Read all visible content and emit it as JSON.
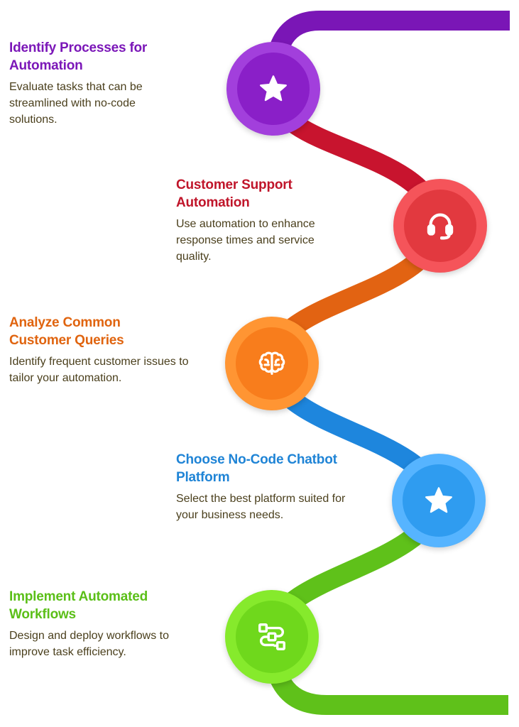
{
  "steps": [
    {
      "title": "Identify Processes for Automation",
      "description": "Evaluate tasks that can be streamlined with no-code solutions.",
      "icon": "star-icon",
      "color": "#7b17b8",
      "ring_color": "#a23fdc",
      "fill_color": "#8a1fc8"
    },
    {
      "title": "Customer Support Automation",
      "description": "Use automation to enhance response times and service quality.",
      "icon": "headset-icon",
      "color": "#c0152a",
      "ring_color": "#f5545a",
      "fill_color": "#e2393f"
    },
    {
      "title": "Analyze Common Customer Queries",
      "description": "Identify frequent customer issues to tailor your automation.",
      "icon": "brain-icon",
      "color": "#e0640f",
      "ring_color": "#ff9533",
      "fill_color": "#f87d1c"
    },
    {
      "title": "Choose No-Code Chatbot Platform",
      "description": "Select the best platform suited for your business needs.",
      "icon": "star-icon",
      "color": "#1f84d6",
      "ring_color": "#56b4ff",
      "fill_color": "#2f9cf0"
    },
    {
      "title": "Implement Automated Workflows",
      "description": "Design and deploy workflows to improve task efficiency.",
      "icon": "workflow-icon",
      "color": "#5bbf18",
      "ring_color": "#86ea2c",
      "fill_color": "#6fd81c"
    }
  ],
  "path_colors": [
    "#7a16b6",
    "#c8142e",
    "#e26312",
    "#1e86dd",
    "#5fc11a"
  ]
}
